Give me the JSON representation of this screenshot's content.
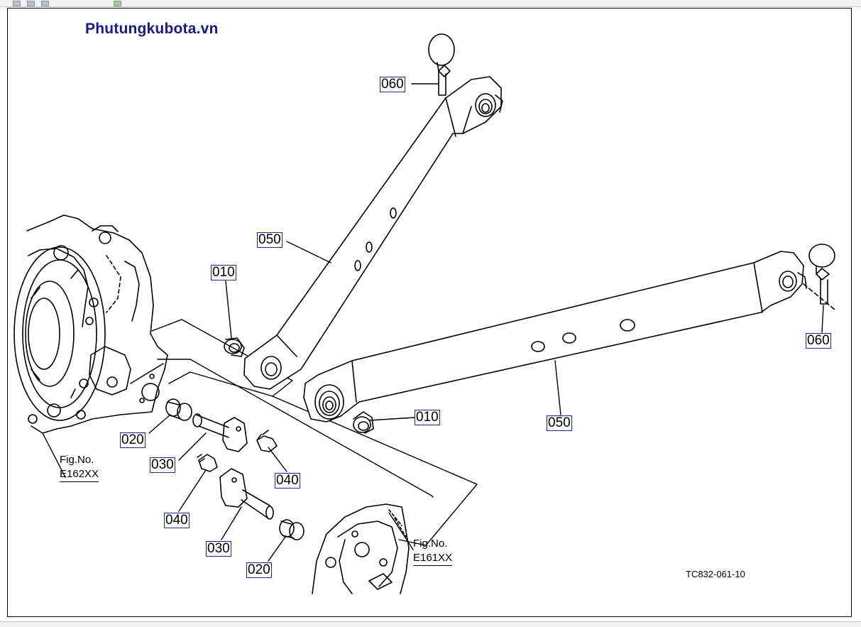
{
  "site_title": "Phutungkubota.vn",
  "drawing_code": "TC832-061-10",
  "colors": {
    "site_title": "#1a1a7a",
    "callout_border": "#1a2a8a"
  },
  "callouts": {
    "c060_top": "060",
    "c050_upper": "050",
    "c010_upper": "010",
    "c060_right": "060",
    "c010_lower": "010",
    "c050_lower": "050",
    "c020_left": "020",
    "c030_left": "030",
    "c040_right": "040",
    "c040_left": "040",
    "c030_lower": "030",
    "c020_lower": "020"
  },
  "figrefs": {
    "left": {
      "label": "Fig.No.",
      "code": "E162XX"
    },
    "right": {
      "label": "Fig.No.",
      "code": "E161XX"
    }
  }
}
